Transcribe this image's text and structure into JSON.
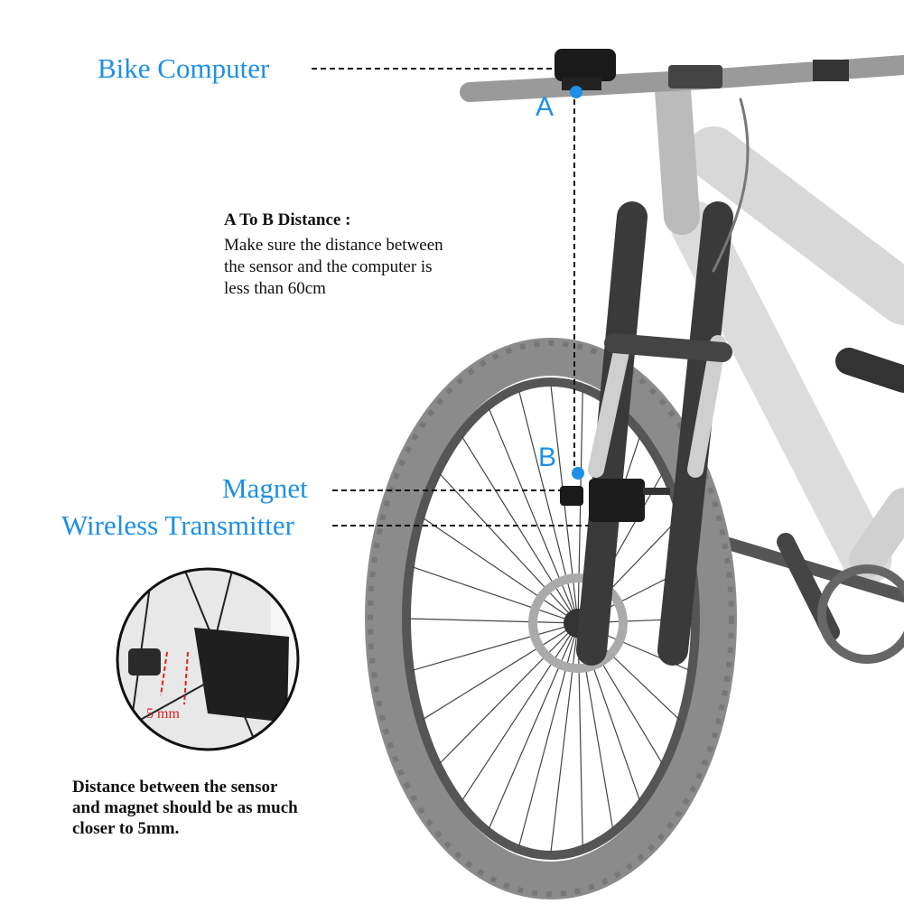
{
  "labels": {
    "bike_computer": "Bike Computer",
    "point_a": "A",
    "point_b": "B",
    "magnet": "Magnet",
    "wireless_transmitter": "Wireless Transmitter"
  },
  "distance_note": {
    "title": "A To B Distance :",
    "lines": [
      "Make sure the distance between",
      "the sensor and the computer is",
      "less than 60cm"
    ]
  },
  "inset": {
    "measure_label": "5 mm",
    "caption_lines": [
      "Distance between the sensor",
      "and magnet should be as much",
      "closer to 5mm."
    ]
  },
  "colors": {
    "accent": "#1e8fe6",
    "measure": "#dd2222"
  }
}
